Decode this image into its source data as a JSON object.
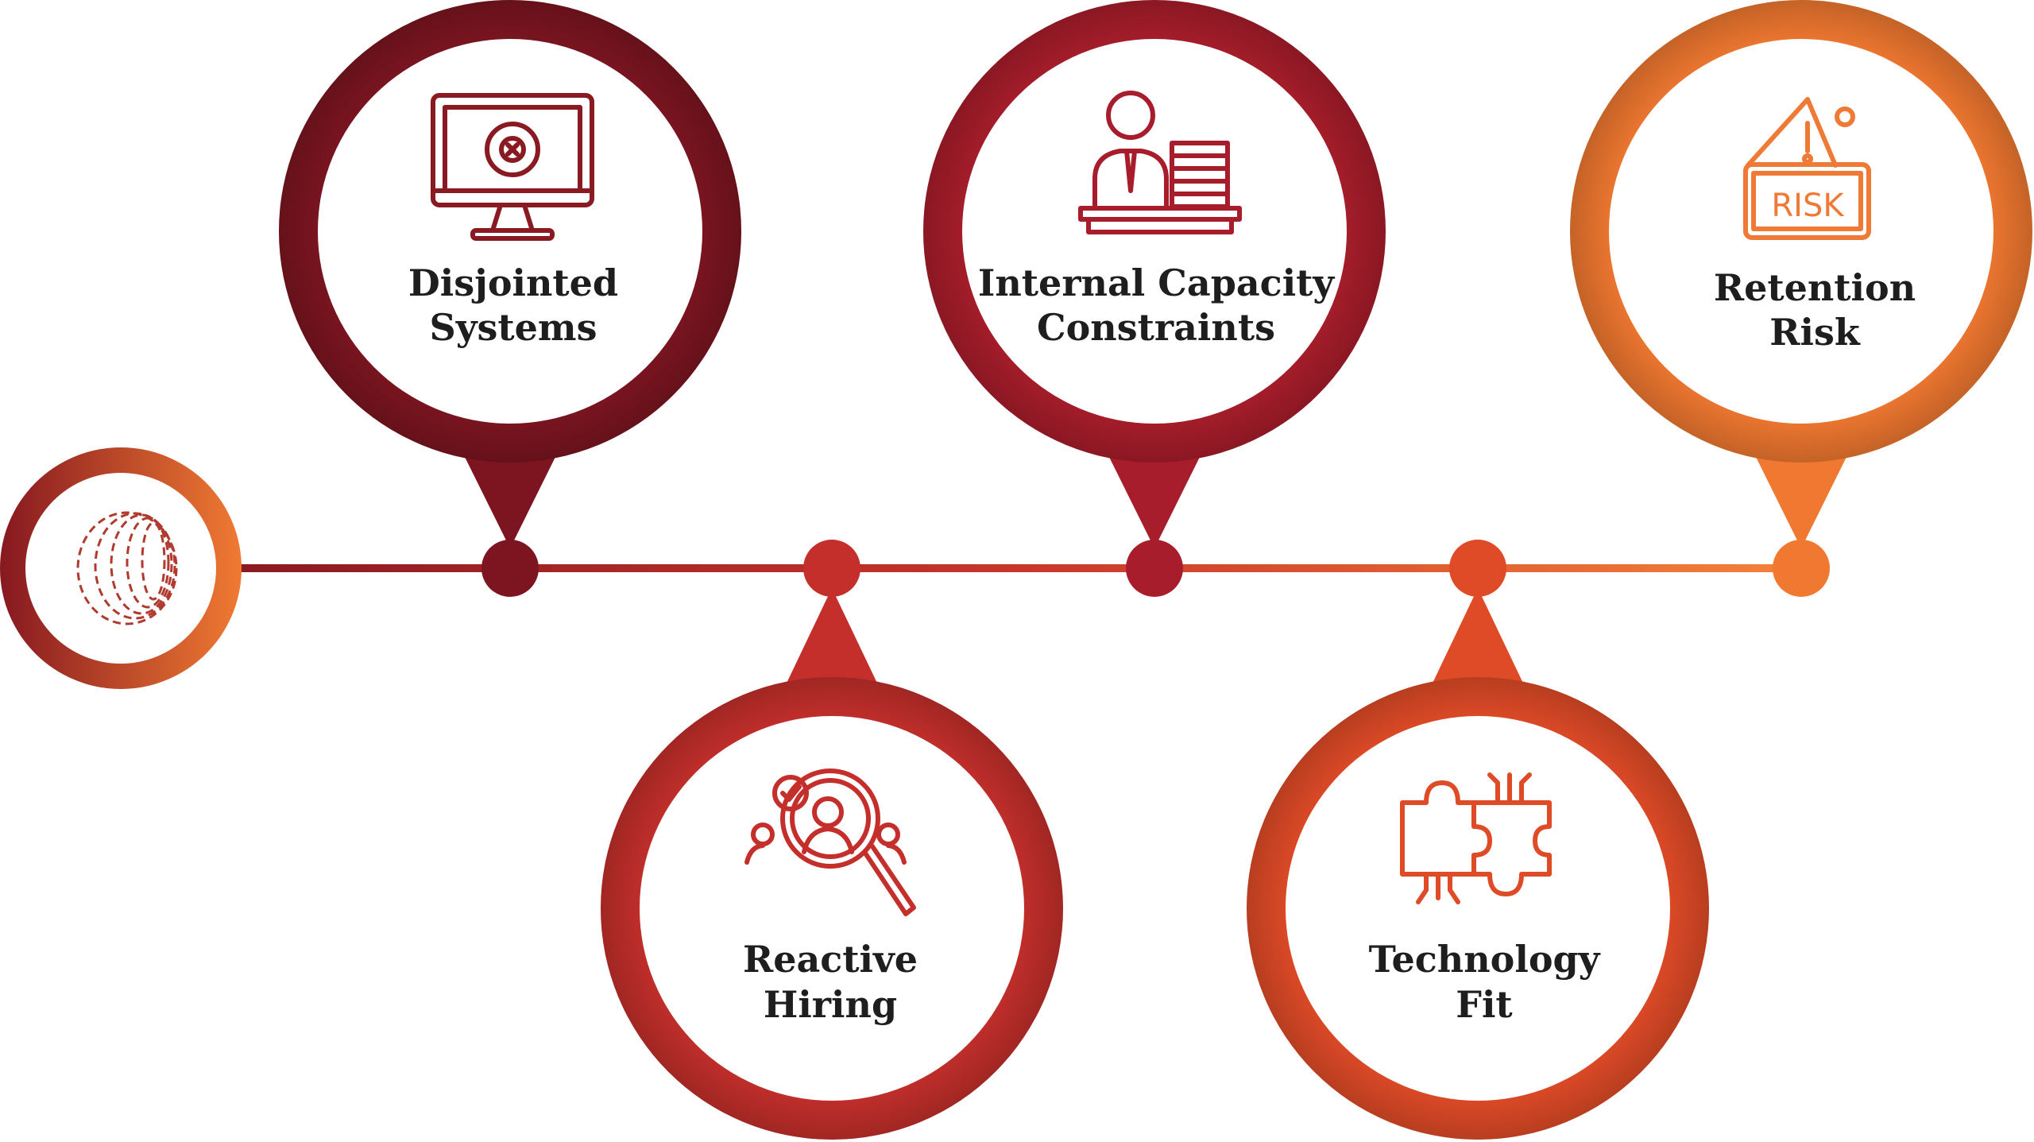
{
  "colors": {
    "pin1": "#7c1520",
    "pin2": "#c42f2b",
    "pin3": "#a81d2b",
    "pin4": "#e04b27",
    "pin5": "#f07830",
    "line_start": "#8a1a22",
    "line_end": "#f4823a",
    "text": "#1e1e1e"
  },
  "pins": [
    {
      "icon": "monitor-error-gear-icon",
      "line1": "Disjointed",
      "line2": "Systems"
    },
    {
      "icon": "candidate-search-icon",
      "line1": "Reactive",
      "line2": "Hiring"
    },
    {
      "icon": "worker-paperwork-icon",
      "line1": "Internal Capacity",
      "line2": "Constraints"
    },
    {
      "icon": "puzzle-circuit-icon",
      "line1": "Technology",
      "line2": "Fit"
    },
    {
      "icon": "risk-sign-icon",
      "line1": "Retention",
      "line2": "Risk",
      "sign_text": "RISK"
    }
  ]
}
